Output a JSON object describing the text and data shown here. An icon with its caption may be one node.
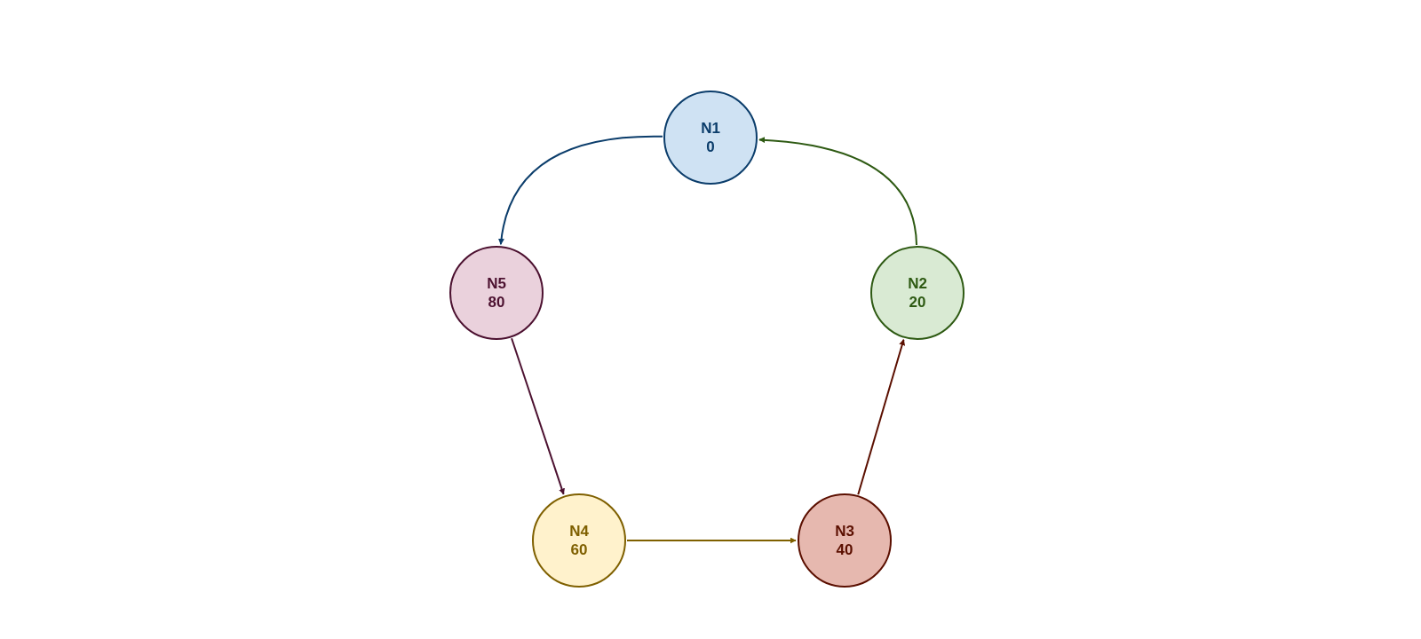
{
  "diagram": {
    "nodes": [
      {
        "text": [
          "N1",
          "0"
        ]
      },
      {
        "text": [
          "N2",
          "20"
        ]
      },
      {
        "text": [
          "N3",
          "40"
        ]
      },
      {
        "text": [
          "N4",
          "60"
        ]
      },
      {
        "text": [
          "N5",
          "80"
        ]
      }
    ],
    "edges": [
      {
        "from": 0,
        "to": 4,
        "arrow": "to",
        "color": "#0b3d6b"
      },
      {
        "from": 1,
        "to": 0,
        "arrow": "to",
        "color": "#2e5a13"
      },
      {
        "from": 2,
        "to": 1,
        "arrow": "to",
        "color": "#5b0f00"
      },
      {
        "from": 3,
        "to": 2,
        "arrow": "to",
        "color": "#7f6000"
      },
      {
        "from": 4,
        "to": 3,
        "arrow": "to",
        "color": "#4c1130"
      }
    ]
  }
}
